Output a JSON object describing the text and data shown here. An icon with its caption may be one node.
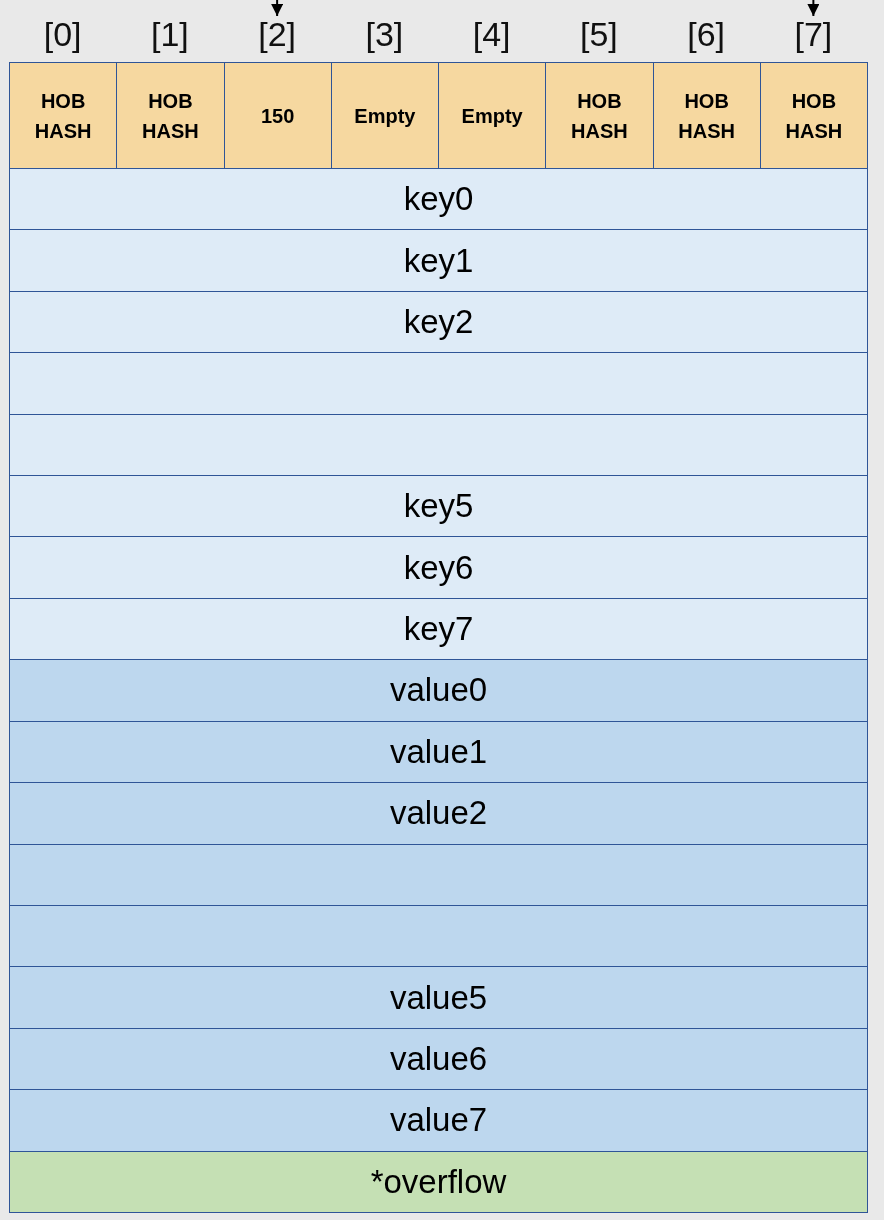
{
  "diagram": {
    "nodes": [
      {
        "text": [
          "[2]"
        ]
      },
      {
        "text": [
          "[7]"
        ]
      },
      {
        "text": [
          "HOB HASH"
        ]
      },
      {
        "text": [
          "HOB HASH"
        ]
      },
      {
        "text": [
          "150"
        ]
      },
      {
        "text": [
          "Empty"
        ]
      },
      {
        "text": [
          "Empty"
        ]
      },
      {
        "text": [
          "HOB HASH"
        ]
      },
      {
        "text": [
          "HOB HASH"
        ]
      },
      {
        "text": [
          "HOB HASH"
        ]
      },
      {
        "text": [
          "key0"
        ]
      },
      {
        "text": [
          "key1"
        ]
      },
      {
        "text": [
          "key2"
        ]
      },
      {
        "text": [],
        "shape": "box"
      },
      {
        "text": [],
        "shape": "box"
      },
      {
        "text": [
          "key5"
        ]
      },
      {
        "text": [
          "key6"
        ]
      },
      {
        "text": [
          "key7"
        ]
      },
      {
        "text": [
          "value0"
        ]
      },
      {
        "text": [
          "value1"
        ]
      },
      {
        "text": [
          "value2"
        ]
      },
      {
        "text": [],
        "shape": "box"
      },
      {
        "text": [],
        "shape": "box"
      },
      {
        "text": [
          "value5"
        ]
      },
      {
        "text": [
          "value6"
        ]
      },
      {
        "text": [
          "value7"
        ]
      },
      {
        "text": [
          "*overflow"
        ]
      }
    ],
    "edges": [
      {
        "from": null,
        "to": 0,
        "arrow": "to"
      },
      {
        "from": null,
        "to": 1,
        "arrow": "to"
      }
    ],
    "labels": [
      "[0]",
      "[1]",
      "[3]",
      "[4]",
      "[5]",
      "[6]"
    ]
  }
}
